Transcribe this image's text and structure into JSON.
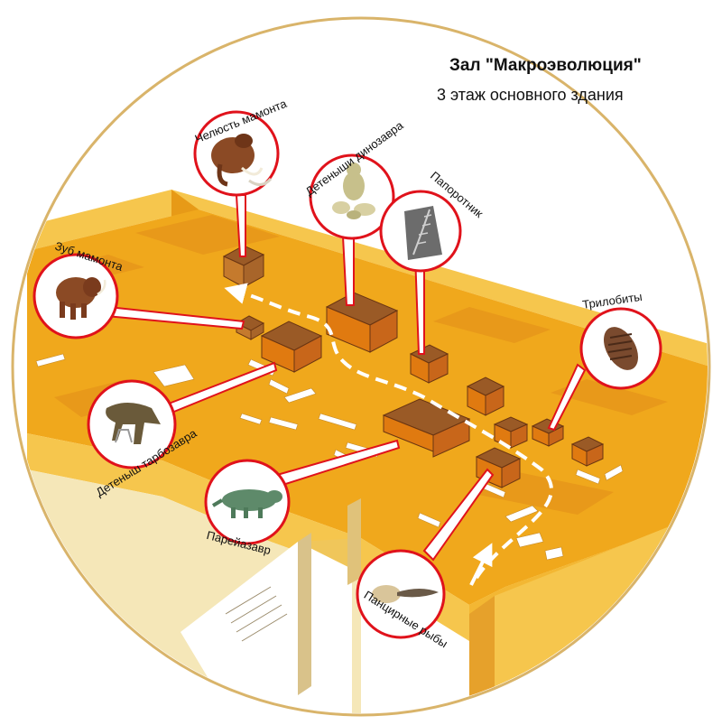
{
  "hall": {
    "title": "Зал \"Макроэволюция\"",
    "subtitle": "3 этаж основного здания"
  },
  "exhibits": [
    {
      "id": "mammoth-jaw",
      "label": "Челюсть мамонта",
      "icon": "mammoth-head-icon"
    },
    {
      "id": "dino-babies",
      "label": "Детеныши динозавра",
      "icon": "hatchling-dinosaur-icon"
    },
    {
      "id": "fern",
      "label": "Папоротник",
      "icon": "fern-fossil-icon"
    },
    {
      "id": "mammoth-tooth",
      "label": "Зуб мамонта",
      "icon": "mammoth-icon"
    },
    {
      "id": "trilobites",
      "label": "Трилобиты",
      "icon": "trilobite-icon"
    },
    {
      "id": "tarbosaurus",
      "label": "Детеныш тарбозавра",
      "icon": "tarbosaurus-icon"
    },
    {
      "id": "pareiasaurus",
      "label": "Парейазавр",
      "icon": "pareiasaurus-icon"
    },
    {
      "id": "armored-fish",
      "label": "Панцирные рыбы",
      "icon": "armored-fish-icon"
    }
  ],
  "colors": {
    "floor": "#f0a81c",
    "floor_dark": "#dc8f10",
    "wall_top": "#f6c64d",
    "wall_side": "#d98c12",
    "ring": "#d9b46a",
    "bubble_border": "#e0121b",
    "case": "#8a4a1c",
    "route": "#ffffff"
  }
}
